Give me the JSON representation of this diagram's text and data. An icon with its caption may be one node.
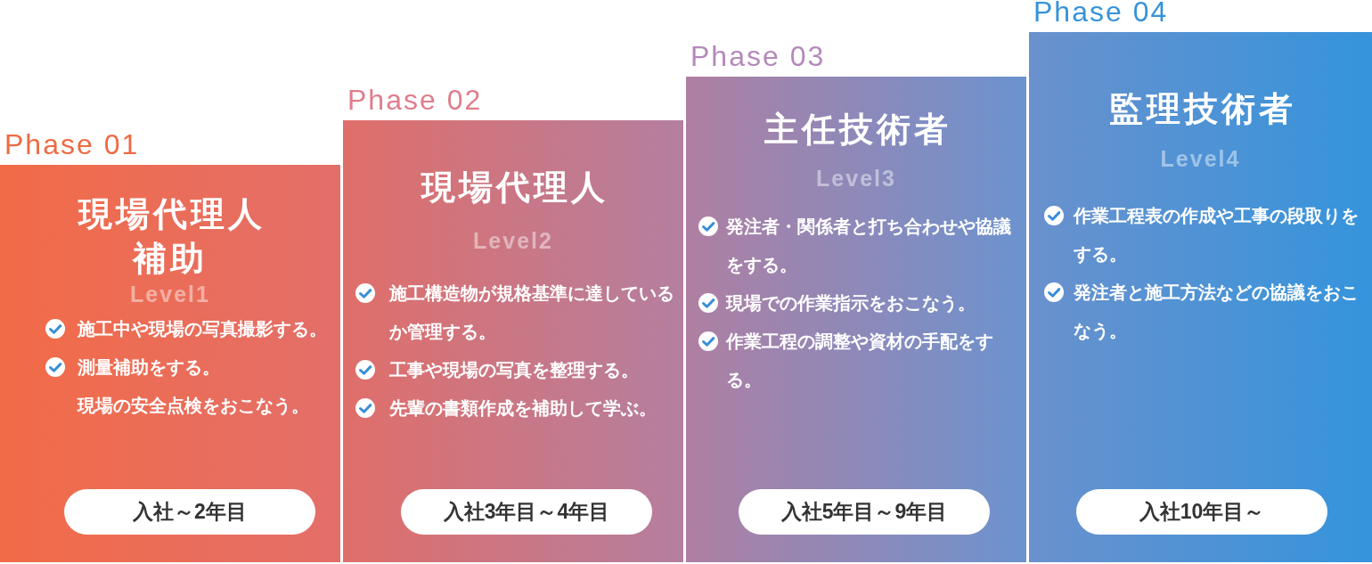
{
  "diagram": {
    "nodes": [
      {
        "text": [
          "Phase 01",
          "現場代理人補助",
          "Level1",
          "施工中や現場の写真撮影する。",
          "測量補助をする。",
          "現場の安全点検をおこなう。"
        ]
      },
      {
        "text": [
          "入社～2年目"
        ],
        "in": 0
      },
      {
        "text": [
          "Phase 02",
          "現場代理人",
          "Level2",
          "施工構造物が規格基準に達しているか管理する。",
          "工事や現場の写真を整理する。",
          "先輩の書類作成を補助して学ぶ。"
        ]
      },
      {
        "text": [
          "入社3年目～4年目"
        ],
        "in": 2
      },
      {
        "text": [
          "Phase 03",
          "主任技術者",
          "Level3",
          "発注者・関係者と打ち合わせや協議をする。",
          "現場での作業指示をおこなう。",
          "作業工程の調整や資材の手配をする。"
        ]
      },
      {
        "text": [
          "入社5年目～9年目"
        ],
        "in": 4
      },
      {
        "text": [
          "Phase 04",
          "監理技術者",
          "Level4",
          "作業工程表の作成や工事の段取りをする。",
          "発注者と施工方法などの協議をおこなう。"
        ]
      },
      {
        "text": [
          "入社10年目～"
        ],
        "in": 6
      }
    ]
  }
}
